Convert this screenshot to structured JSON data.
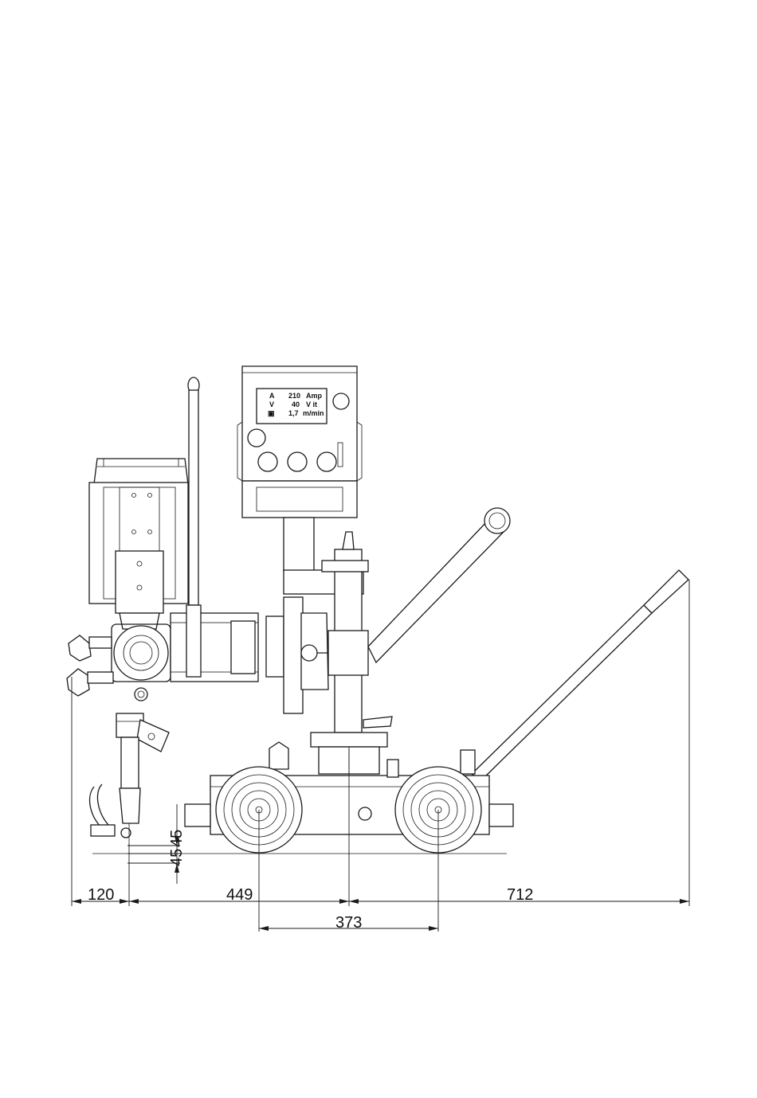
{
  "display": {
    "rows": [
      {
        "symbol": "A",
        "value": "210",
        "unit": "Amp"
      },
      {
        "symbol": "V",
        "value": "40",
        "unit": "V it"
      },
      {
        "symbol": "▣",
        "value": "1,7",
        "unit": "m/min"
      }
    ]
  },
  "dimensions": {
    "horizontal": [
      "120",
      "449",
      "712",
      "373"
    ],
    "vertical": [
      "45",
      "45"
    ]
  }
}
